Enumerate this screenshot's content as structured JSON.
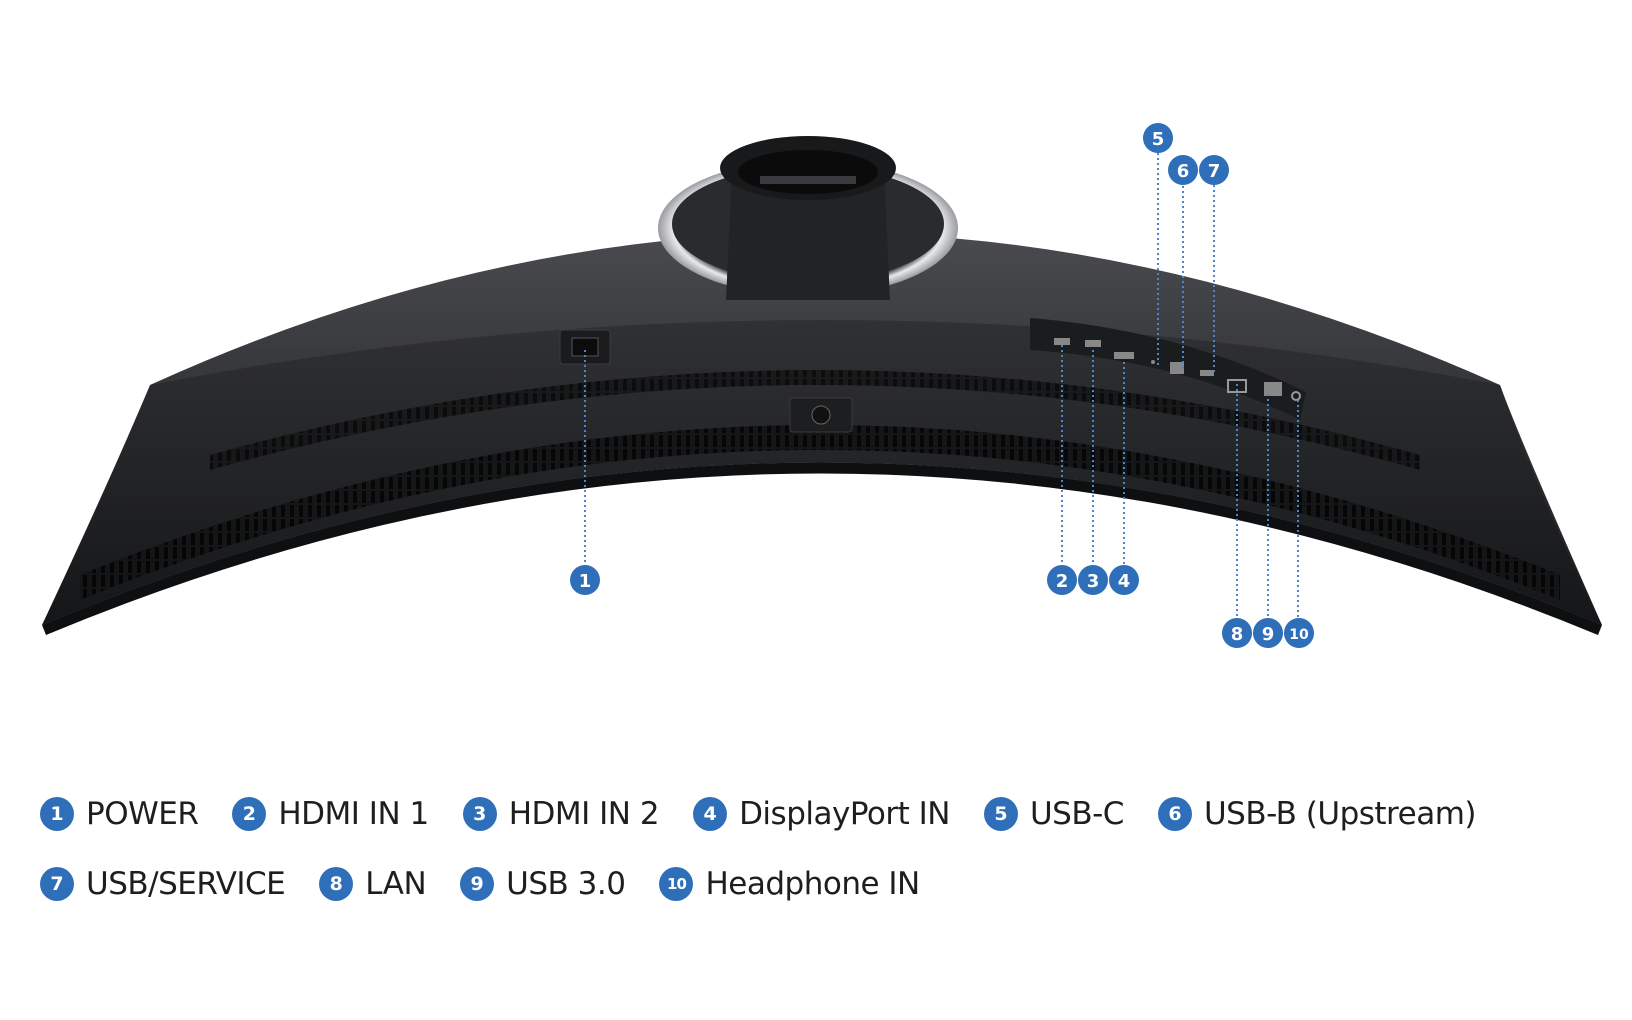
{
  "callouts": [
    {
      "id": "1",
      "label": "POWER"
    },
    {
      "id": "2",
      "label": "HDMI IN 1"
    },
    {
      "id": "3",
      "label": "HDMI IN 2"
    },
    {
      "id": "4",
      "label": "DisplayPort IN"
    },
    {
      "id": "5",
      "label": "USB-C"
    },
    {
      "id": "6",
      "label": "USB-B (Upstream)"
    },
    {
      "id": "7",
      "label": "USB/SERVICE"
    },
    {
      "id": "8",
      "label": "LAN"
    },
    {
      "id": "9",
      "label": "USB 3.0"
    },
    {
      "id": "10",
      "label": "Headphone IN"
    }
  ],
  "colors": {
    "badge": "#2f6eb8",
    "monitor_body": "#2b2c2f",
    "monitor_edge": "#1a1b1d",
    "stand_ring": "#d9dadc",
    "legend_text": "#1e1e1e"
  }
}
